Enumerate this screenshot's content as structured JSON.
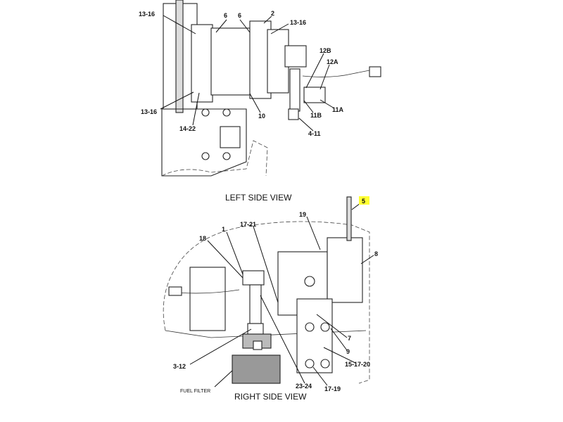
{
  "left_view": {
    "title": "LEFT SIDE VIEW",
    "callouts": [
      "13-16",
      "6",
      "6",
      "2",
      "13-16",
      "12B",
      "12A",
      "13-16",
      "14-22",
      "10",
      "11B",
      "11A",
      "4-11"
    ]
  },
  "right_view": {
    "title": "RIGHT SIDE VIEW",
    "callouts": [
      "5",
      "19",
      "17-21",
      "1",
      "18",
      "8",
      "7",
      "9",
      "15-17-20",
      "3-12",
      "23-24",
      "17-19"
    ],
    "fuel_filter_label": "FUEL FILTER",
    "highlighted_callout": "5",
    "highlight_color": "#ffff33"
  }
}
